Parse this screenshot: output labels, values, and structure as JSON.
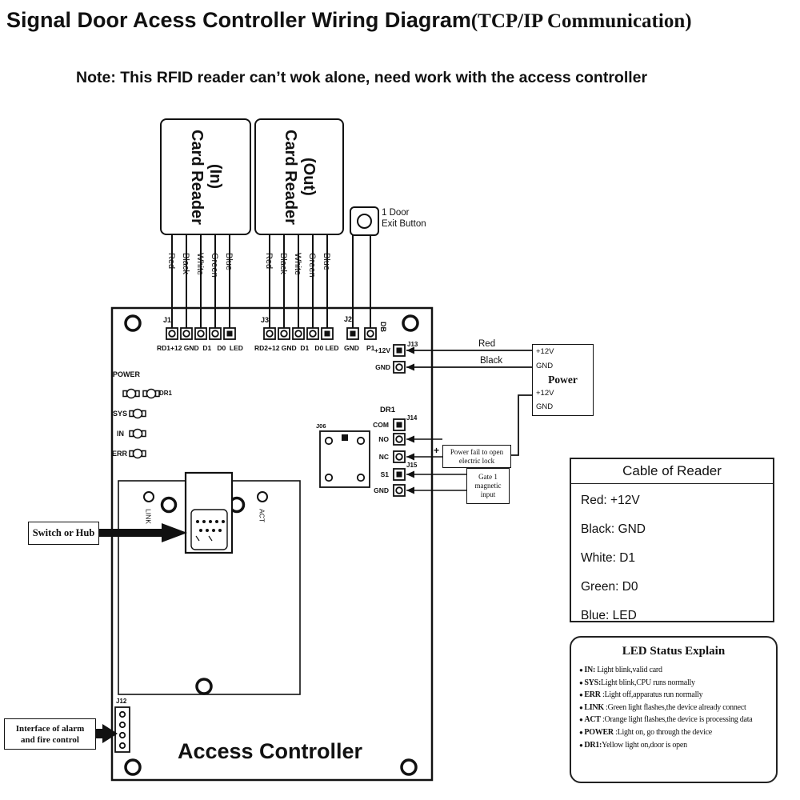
{
  "title": {
    "main": "Signal Door Acess Controller Wiring Diagram",
    "paren": "(TCP/IP  Communication)"
  },
  "note": "Note: This RFID reader can’t wok alone, need work with the access controller",
  "card_readers": {
    "in": {
      "line1": "Card Reader",
      "line2": "(In)"
    },
    "out": {
      "line1": "Card Reader",
      "line2": "(Out)"
    }
  },
  "wire_colors": [
    "Red",
    "Black",
    "White",
    "Green",
    "Blue"
  ],
  "exit_button": {
    "line1": "1 Door",
    "line2": "Exit Button"
  },
  "board": {
    "name": "Access Controller",
    "j1": {
      "name": "J1",
      "pins": "RD1+12 GND  D1   D0  LED"
    },
    "j3": {
      "name": "J3",
      "pins": "RD2+12 GND  D1   D0 LED"
    },
    "j2": {
      "name": "J2",
      "pin1": "GND",
      "pin2": "P1",
      "side": "DB"
    },
    "j13": {
      "name": "J13",
      "pin1": "+12V",
      "pin2": "GND"
    },
    "j14": {
      "name": "J14",
      "label": "DR1",
      "pin1": "COM",
      "pin2": "NO",
      "pin3": "NC"
    },
    "j15": {
      "name": "J15",
      "pin1": "S1",
      "pin2": "GND"
    },
    "j12": {
      "name": "J12"
    },
    "relay": "J06",
    "leds": {
      "power": "POWER",
      "dr1": "DR1",
      "sys": "SYS",
      "in": "IN",
      "err": "ERR",
      "link": "LINK",
      "act": "ACT"
    }
  },
  "power_box": {
    "p12v_1": "+12V",
    "gnd_1": "GND",
    "title": "Power",
    "p12v_2": "+12V",
    "gnd_2": "GND"
  },
  "wires": {
    "red": "Red",
    "black": "Black"
  },
  "lock_box": {
    "plus": "+",
    "line1": "Power fail to open",
    "line2": "electric lock"
  },
  "gate_box": {
    "line1": "Gate 1",
    "line2": "magnetic",
    "line3": "input"
  },
  "switch_box": "Switch or Hub",
  "alarm_box": {
    "line1": "Interface of alarm",
    "line2": "and fire control"
  },
  "cable_table": {
    "title": "Cable of Reader",
    "rows": [
      "Red: +12V",
      "Black: GND",
      "White: D1",
      "Green: D0",
      "Blue: LED"
    ]
  },
  "led_status": {
    "title": "LED Status Explain",
    "items": [
      {
        "label": "IN:",
        "text": " Light blink,valid card"
      },
      {
        "label": "SYS:",
        "text": "Light blink,CPU runs normally"
      },
      {
        "label": "ERR",
        "text": " :Light off,apparatus run normally"
      },
      {
        "label": "LINK",
        "text": " :Green light flashes,the device already connect"
      },
      {
        "label": "ACT",
        "text": " :Orange light flashes,the device is processing data"
      },
      {
        "label": "POWER",
        "text": " :Light on, go through the device"
      },
      {
        "label": "DR1:",
        "text": "Yellow light on,door is open"
      }
    ]
  }
}
